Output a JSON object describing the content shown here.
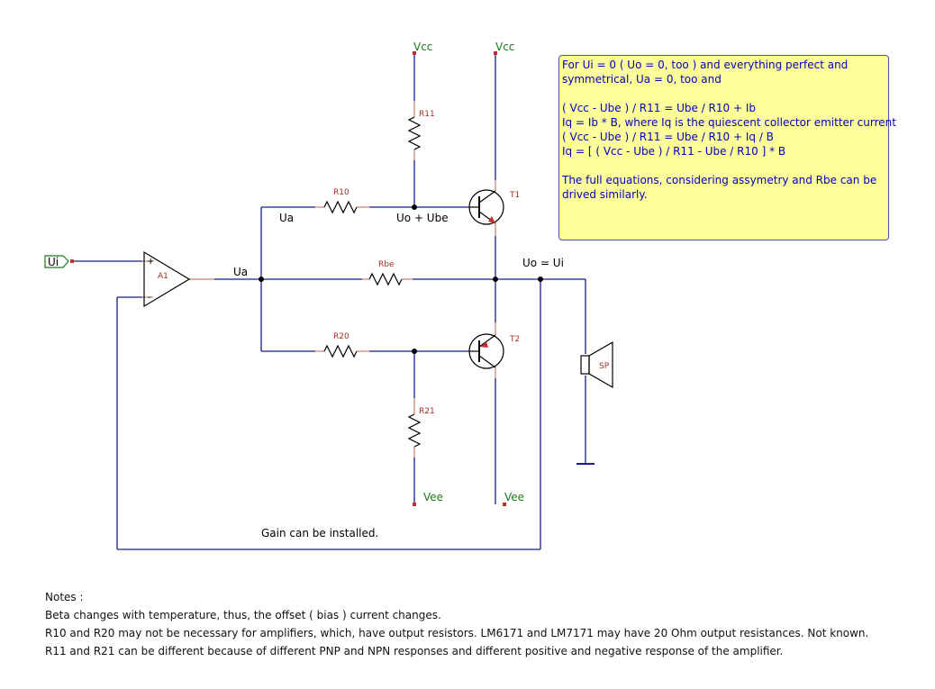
{
  "schematic": {
    "input_port": "Ui",
    "opamp": {
      "ref": "A1",
      "plus": "+",
      "minus": "-"
    },
    "resistors": {
      "r10": "R10",
      "r11": "R11",
      "r20": "R20",
      "r21": "R21",
      "rbe": "Rbe"
    },
    "transistors": {
      "t1": "T1",
      "t2": "T2"
    },
    "speaker": "SP",
    "supplies": {
      "vcc": "Vcc",
      "vee": "Vee"
    },
    "nodes": {
      "ua_left": "Ua",
      "ua_top": "Ua",
      "uo_ube": "Uo + Ube",
      "uo_ui": "Uo = Ui"
    },
    "feedback_label": "Gain can be installed."
  },
  "note_box": [
    "For Ui = 0 ( Uo = 0, too ) and everything perfect and",
    "symmetrical, Ua = 0, too and",
    "",
    "( Vcc - Ube ) / R11 = Ube / R10 + Ib",
    "Iq = Ib * B, where Iq is the quiescent collector emitter current",
    "( Vcc - Ube ) / R11 = Ube / R10 + Iq /  B",
    "Iq = [ ( Vcc - Ube ) / R11 - Ube / R10 ] * B",
    "",
    "The full equations, considering assymetry and Rbe can be",
    "drived similarly."
  ],
  "notes": [
    "Notes :",
    "Beta changes with temperature, thus, the offset ( bias ) current changes.",
    "R10 and R20 may not be necessary for amplifiers, which, have output resistors. LM6171 and LM7171 may have 20 Ohm output resistances. Not known.",
    "R11 and R21 can be different because of different PNP and NPN responses and different positive and negative response of the amplifier."
  ],
  "colors": {
    "wire": "#1a1a8c",
    "component": "#000000",
    "lead": "#c08070",
    "power": "#1a7a1a",
    "ref": "#a03020",
    "note_bg": "#ffff99",
    "note_text": "#0000c0"
  }
}
